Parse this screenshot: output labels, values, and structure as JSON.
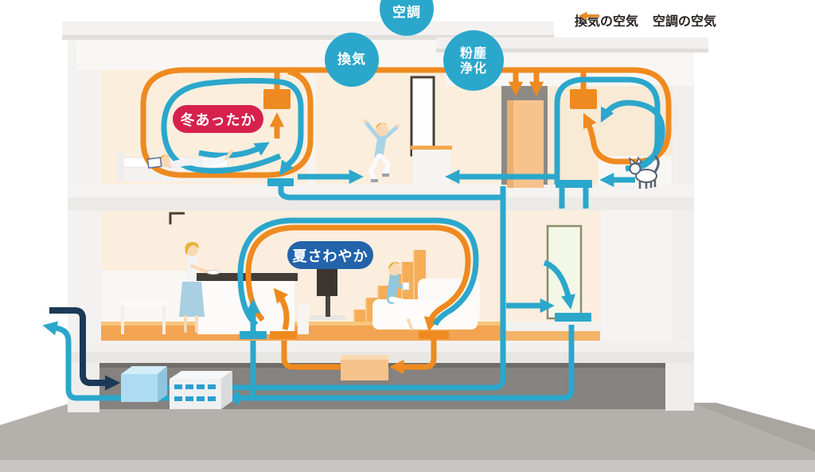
{
  "circles": {
    "aircon": "空調",
    "ventilation": "換気",
    "dust_line1": "粉塵",
    "dust_line2": "浄化"
  },
  "badges": {
    "winter": "冬あったか",
    "summer": "夏さわやか"
  },
  "legend": {
    "ventilation_label": "換気の空気",
    "aircon_label": "空調の空気"
  },
  "colors": {
    "ventilation_air_blue": "#2ba7cc",
    "conditioned_air_orange": "#ee8a1f",
    "outdoor_intake_navy": "#1b3a57",
    "winter_badge_red": "#d6214d",
    "summer_badge_blue": "#2263aa",
    "label_circle_blue": "#2ba7cc"
  }
}
